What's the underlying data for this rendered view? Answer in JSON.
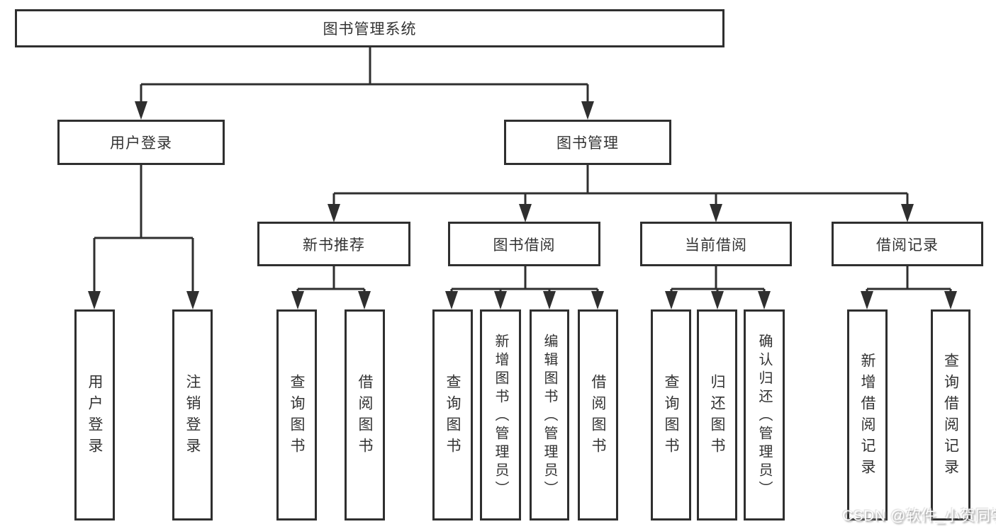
{
  "diagram": {
    "title": "图书管理系统",
    "root": {
      "label": "图书管理系统"
    },
    "level2": {
      "user_login": {
        "label": "用户登录"
      },
      "book_mgmt": {
        "label": "图书管理"
      }
    },
    "level3": {
      "new_book": {
        "label": "新书推荐"
      },
      "borrow": {
        "label": "图书借阅"
      },
      "current": {
        "label": "当前借阅"
      },
      "record": {
        "label": "借阅记录"
      }
    },
    "leaves": {
      "user_login_1": {
        "label": "用户登录"
      },
      "user_login_2": {
        "label": "注销登录"
      },
      "new_book_1": {
        "label": "查询图书"
      },
      "new_book_2": {
        "label": "借阅图书"
      },
      "borrow_1": {
        "label": "查询图书"
      },
      "borrow_2": {
        "label": "新增图书（管理员）"
      },
      "borrow_3": {
        "label": "编辑图书（管理员）"
      },
      "borrow_4": {
        "label": "借阅图书"
      },
      "current_1": {
        "label": "查询图书"
      },
      "current_2": {
        "label": "归还图书"
      },
      "current_3": {
        "label": "确认归还（管理员）"
      },
      "record_1": {
        "label": "新增借阅记录"
      },
      "record_2": {
        "label": "查询借阅记录"
      }
    }
  },
  "watermark": "CSDN @软件_小贺同学",
  "colors": {
    "line": "#2f2f2f",
    "text": "#333333",
    "background": "#ffffff",
    "watermark_text": "#ffffff"
  }
}
